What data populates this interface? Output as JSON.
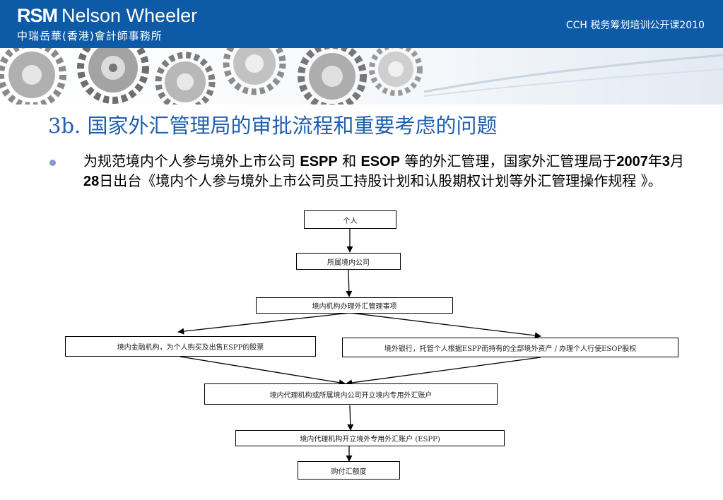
{
  "header": {
    "logo_primary": "RSM",
    "logo_secondary": "Nelson Wheeler",
    "logo_chinese": "中瑞岳華(香港)會計師事務所",
    "course_title": "CCH 税务筹划培训公开课2010"
  },
  "slide": {
    "title": "3b. 国家外汇管理局的审批流程和重要考虑的问题",
    "bullet": {
      "t1": "为规范境内个人参与境外上市公司 ",
      "t2": "ESPP",
      "t3": " 和 ",
      "t4": "ESOP",
      "t5": " 等的外汇管理，国家外汇管理局于",
      "t6": "2007",
      "t7": "年",
      "t8": "3",
      "t9": "月",
      "t10": "28",
      "t11": "日出台《境内个人参与境外上市公司员工持股计划和认股期权计划等外汇管理操作规程 》。"
    }
  },
  "flowchart": {
    "nodes": {
      "individual": "个人",
      "domestic_company": "所属境内公司",
      "domestic_institution": "境内机构办理外汇管理事项",
      "financial_institution": "境内金融机构，为个人购买及出售ESPP的股票",
      "overseas_bank": "境外银行，托管个人根据ESPP而持有的全部境外资产 / 办理个人行使ESOP股权",
      "agent_domestic_account": "境内代理机构或所属境内公司开立境内专用外汇账户",
      "agent_overseas_account": "境内代理机构开立境外专用外汇账户 (ESPP)",
      "fx_quota": "购付汇额度"
    }
  }
}
